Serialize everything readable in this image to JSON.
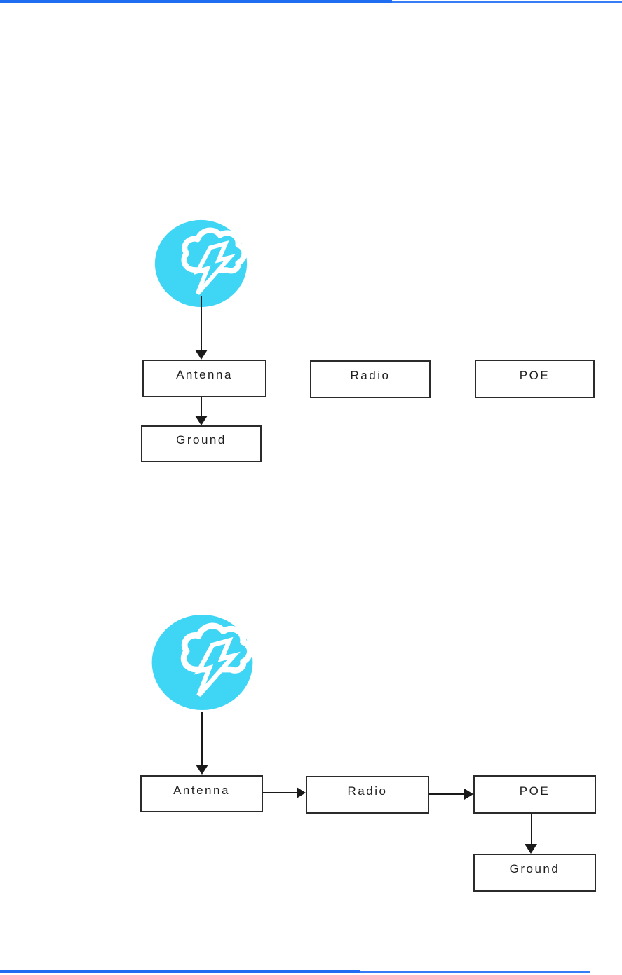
{
  "colors": {
    "page-bg": "#ffffff",
    "rule-blue": "#1f6ef2",
    "rule-blue-thin": "#357cf6",
    "accent-cyan": "#3fd6f6",
    "line": "#1a1a1a",
    "box-border": "#2b2b2b",
    "text": "#1d1d1d"
  },
  "diagrams": {
    "separate_ground": {
      "icon": "storm-cloud-lightning",
      "antenna_label": "Antenna",
      "radio_label": "Radio",
      "poe_label": "POE",
      "ground_label": "Ground"
    },
    "chained_ground": {
      "icon": "storm-cloud-lightning",
      "antenna_label": "Antenna",
      "radio_label": "Radio",
      "poe_label": "POE",
      "ground_label": "Ground"
    }
  }
}
